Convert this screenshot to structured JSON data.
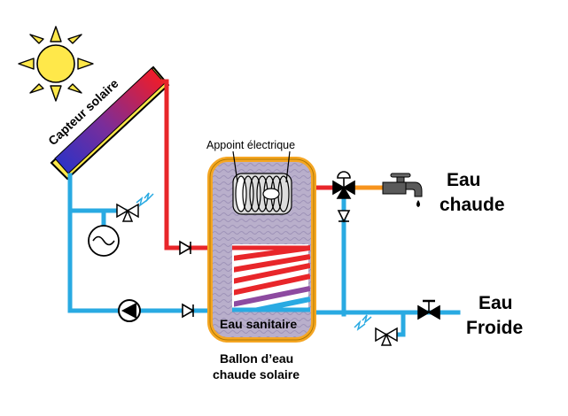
{
  "labels": {
    "collector": "Capteur solaire",
    "heater": "Appoint électrique",
    "hot_water_line1": "Eau",
    "hot_water_line2": "chaude",
    "cold_water_line1": "Eau",
    "cold_water_line2": "Froide",
    "sanitary": "Eau sanitaire",
    "tank_line1": "Ballon d’eau",
    "tank_line2": "chaude solaire"
  },
  "colors": {
    "cold_pipe": "#29aae2",
    "hot_pipe": "#e8262a",
    "hot_outlet": "#f7941d",
    "tank_border": "#f5a623",
    "tank_fill": "#b7adc9",
    "sun": "#ffe84a"
  }
}
